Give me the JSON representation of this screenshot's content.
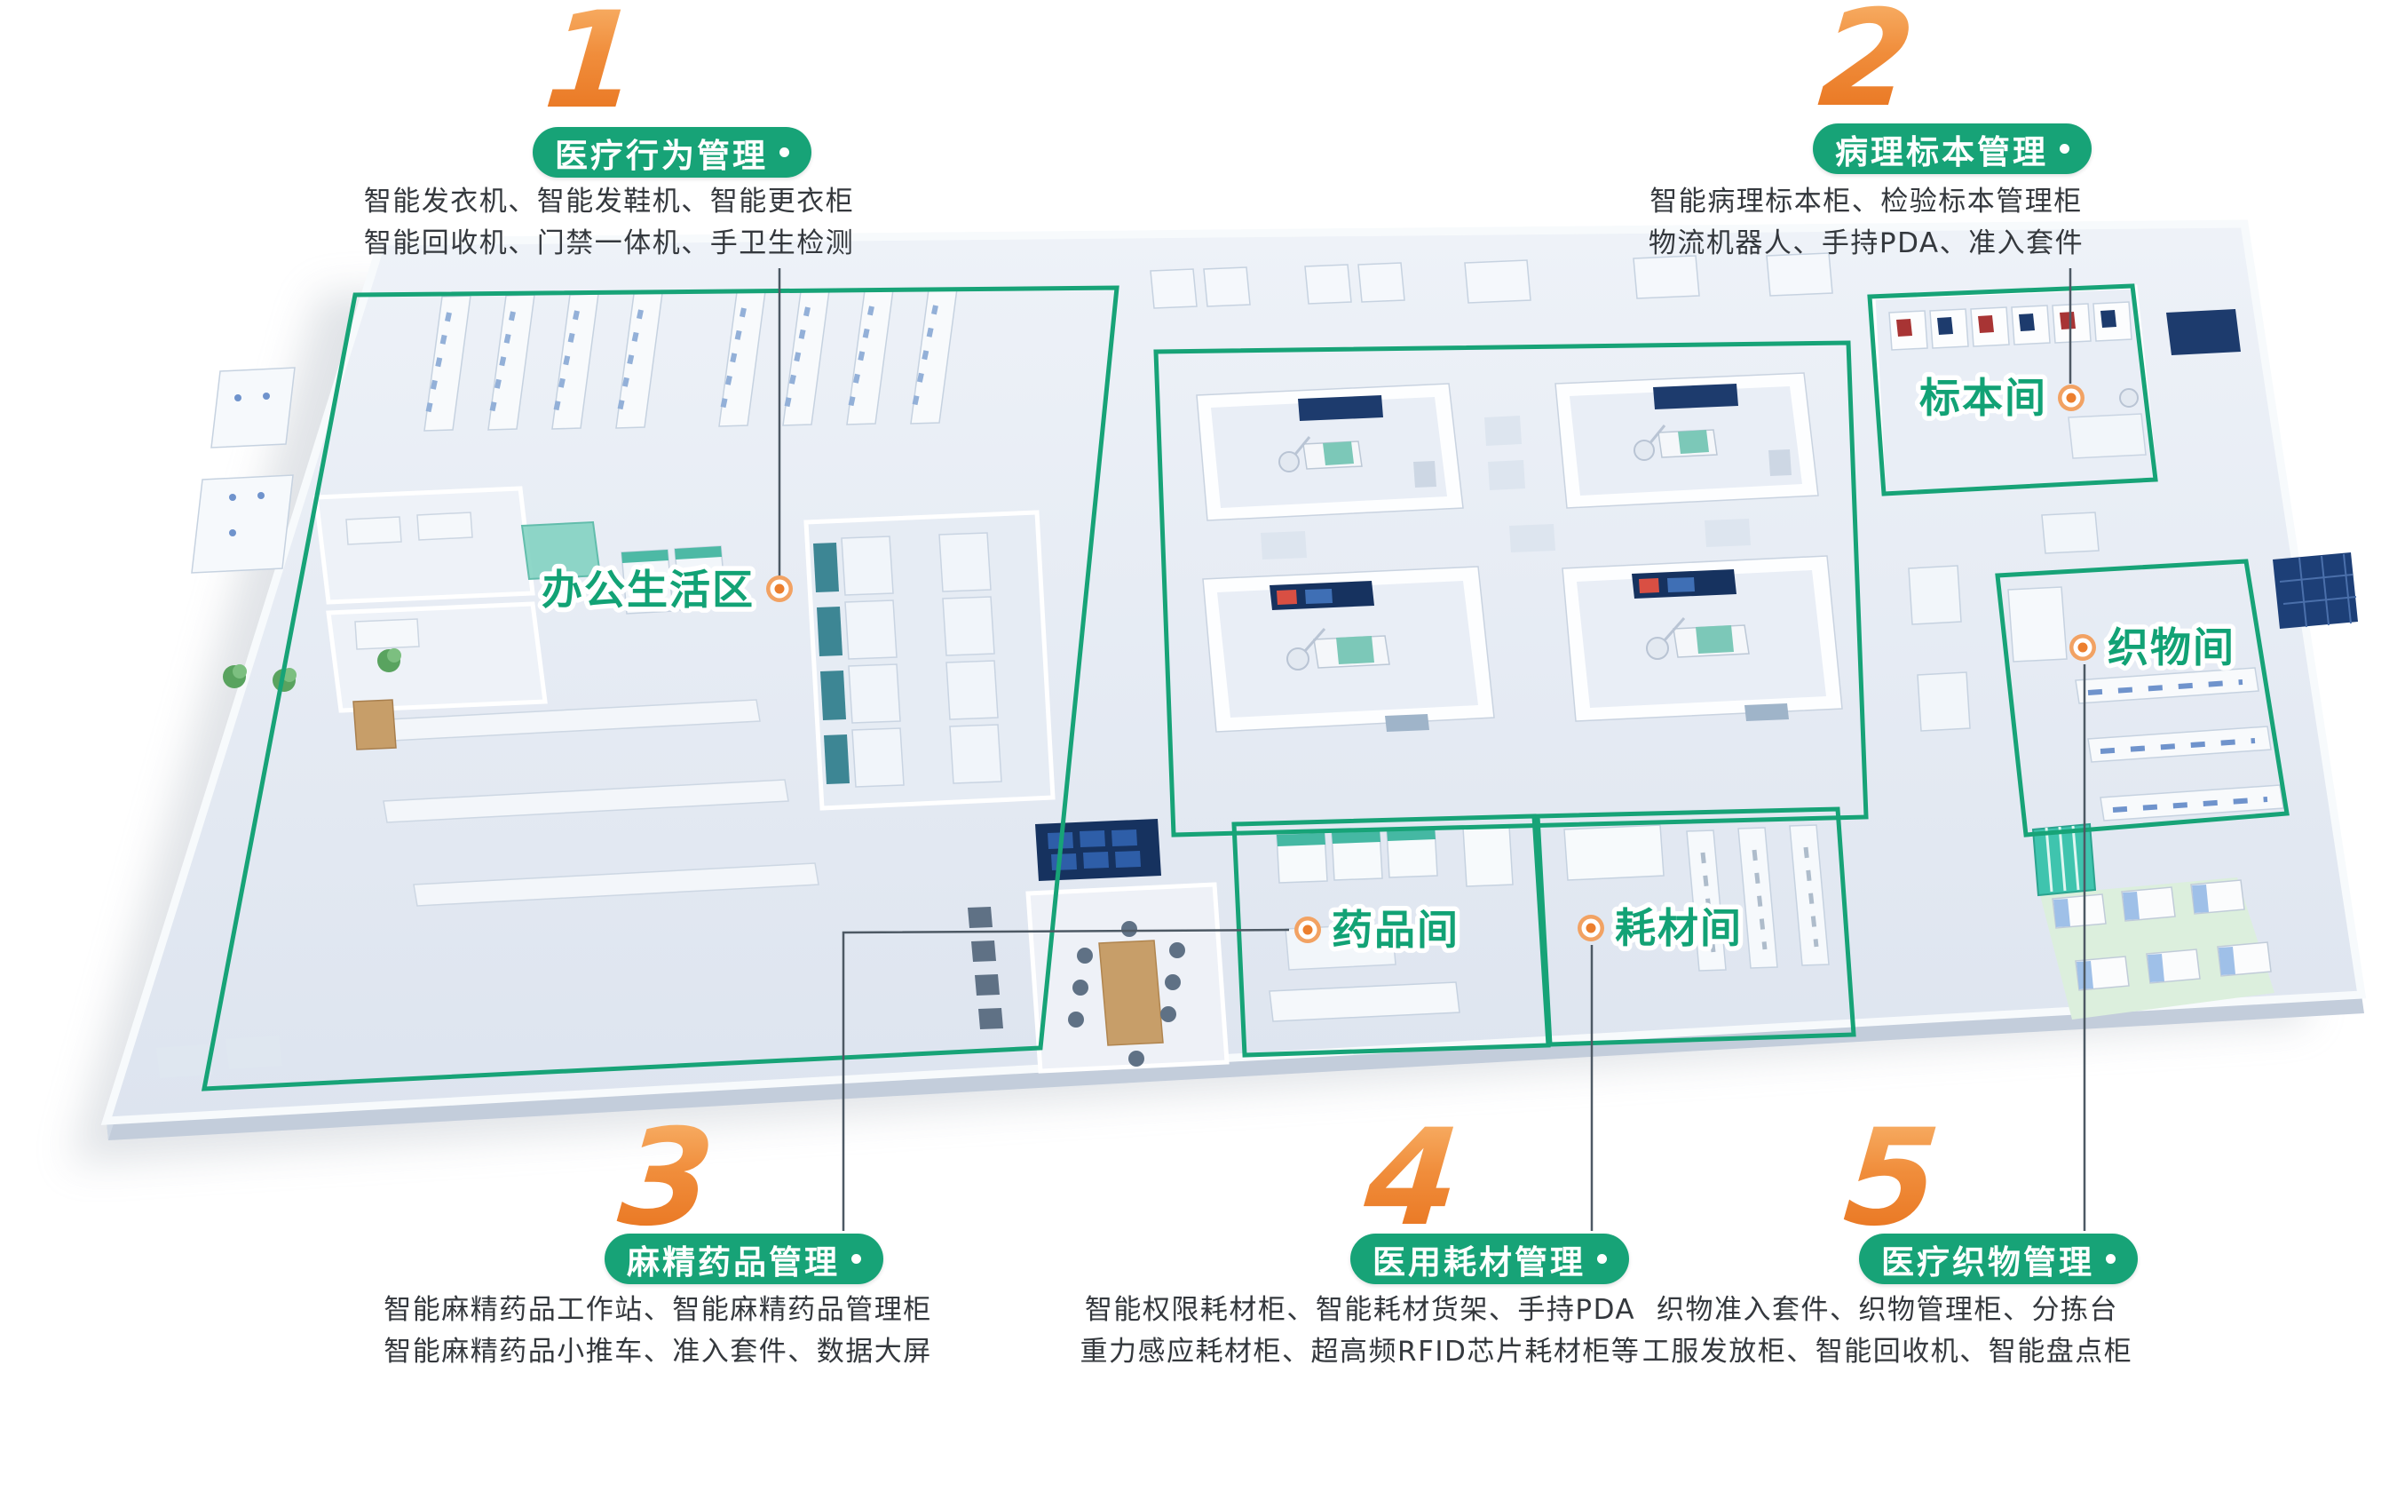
{
  "colors": {
    "brand_green": "#17a377",
    "accent_orange": "#ee8130",
    "leader_line": "#4d5964",
    "navy_screen": "#1d3b6d",
    "teal_furniture": "#3fc4ae"
  },
  "callouts": [
    {
      "number": "1",
      "title": "医疗行为管理",
      "lines": [
        "智能发衣机、智能发鞋机、智能更衣柜",
        "智能回收机、门禁一体机、手卫生检测"
      ]
    },
    {
      "number": "2",
      "title": "病理标本管理",
      "lines": [
        "智能病理标本柜、检验标本管理柜",
        "物流机器人、手持PDA、准入套件"
      ]
    },
    {
      "number": "3",
      "title": "麻精药品管理",
      "lines": [
        "智能麻精药品工作站、智能麻精药品管理柜",
        "智能麻精药品小推车、准入套件、数据大屏"
      ]
    },
    {
      "number": "4",
      "title": "医用耗材管理",
      "lines": [
        "智能权限耗材柜、智能耗材货架、手持PDA",
        "重力感应耗材柜、超高频RFID芯片耗材柜等"
      ]
    },
    {
      "number": "5",
      "title": "医疗织物管理",
      "lines": [
        "织物准入套件、织物管理柜、分拣台",
        "工服发放柜、智能回收机、智能盘点柜"
      ]
    }
  ],
  "rooms": [
    {
      "label": "办公生活区"
    },
    {
      "label": "标本间"
    },
    {
      "label": "织物间"
    },
    {
      "label": "药品间"
    },
    {
      "label": "耗材间"
    }
  ]
}
